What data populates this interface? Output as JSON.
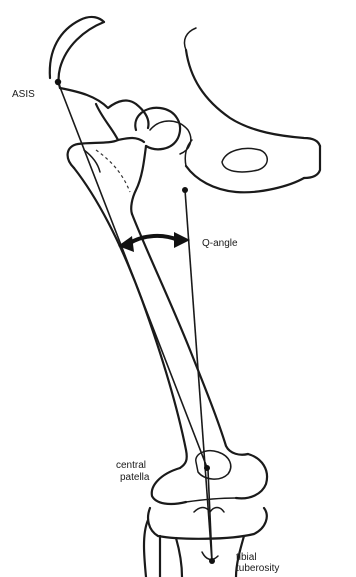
{
  "labels": {
    "asis": "ASIS",
    "q_angle": "Q-angle",
    "central_patella_line1": "central",
    "central_patella_line2": "patella",
    "tibial_tuberosity_line1": "tibial",
    "tibial_tuberosity_line2": "tuberosity"
  },
  "colors": {
    "ink": "#1a1a1a",
    "background": "#ffffff"
  }
}
